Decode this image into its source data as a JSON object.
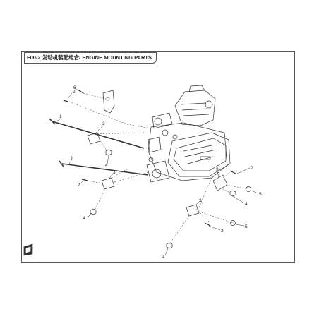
{
  "diagram": {
    "title": "F00-2 发动机装配组合/ ENGINE MOUNTING PARTS",
    "callouts": [
      {
        "id": "c2a",
        "label": "2"
      },
      {
        "id": "c6",
        "label": "6"
      },
      {
        "id": "c1a",
        "label": "1"
      },
      {
        "id": "c3a",
        "label": "3"
      },
      {
        "id": "c4a",
        "label": "4"
      },
      {
        "id": "c1b",
        "label": "1"
      },
      {
        "id": "c2b",
        "label": "2"
      },
      {
        "id": "c3b",
        "label": "3"
      },
      {
        "id": "c4b",
        "label": "4"
      },
      {
        "id": "c2c",
        "label": "2"
      },
      {
        "id": "c3c",
        "label": "3"
      },
      {
        "id": "c5a",
        "label": "5"
      },
      {
        "id": "c4c",
        "label": "4"
      },
      {
        "id": "c3d",
        "label": "3"
      },
      {
        "id": "c2d",
        "label": "2"
      },
      {
        "id": "c5b",
        "label": "5"
      },
      {
        "id": "c4d",
        "label": "4"
      }
    ]
  }
}
